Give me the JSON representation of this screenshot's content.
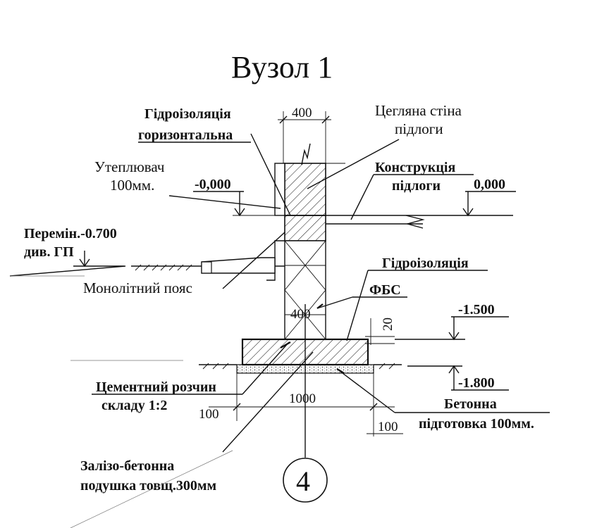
{
  "title": "Вузол 1",
  "labels": {
    "hydro_horizontal_line1": "Гідроізоляція",
    "hydro_horizontal_line2": "горизонтальна",
    "brick_wall_line1": "Цегляна стіна",
    "brick_wall_line2": "підлоги",
    "insulation_line1": "Утеплювач",
    "insulation_line2": "100мм.",
    "floor_construction_line1": "Конструкція",
    "floor_construction_line2": "підлоги",
    "ground_change_line1": "Перемін.-0.700",
    "ground_change_line2": "див. ГП",
    "monolithic_belt": "Монолітний пояс",
    "hydro": "Гідроізоляція",
    "fbs": "ФБС",
    "cement_line1": "Цементний розчин",
    "cement_line2": "складу 1:2",
    "concrete_prep_line1": "Бетонна",
    "concrete_prep_line2": "підготовка 100мм.",
    "cushion_line1": "Залізо-бетонна",
    "cushion_line2": "подушка товщ.300мм"
  },
  "levels": {
    "outer_zero": "-0,000",
    "inner_zero": "0,000",
    "level_1500": "-1.500",
    "level_1800": "-1.800"
  },
  "dimensions": {
    "wall_width": "400",
    "block_width": "400",
    "mortar_thickness": "20",
    "cushion_width": "1000",
    "left_offset": "100",
    "right_offset": "100"
  },
  "axis_marker": "4"
}
